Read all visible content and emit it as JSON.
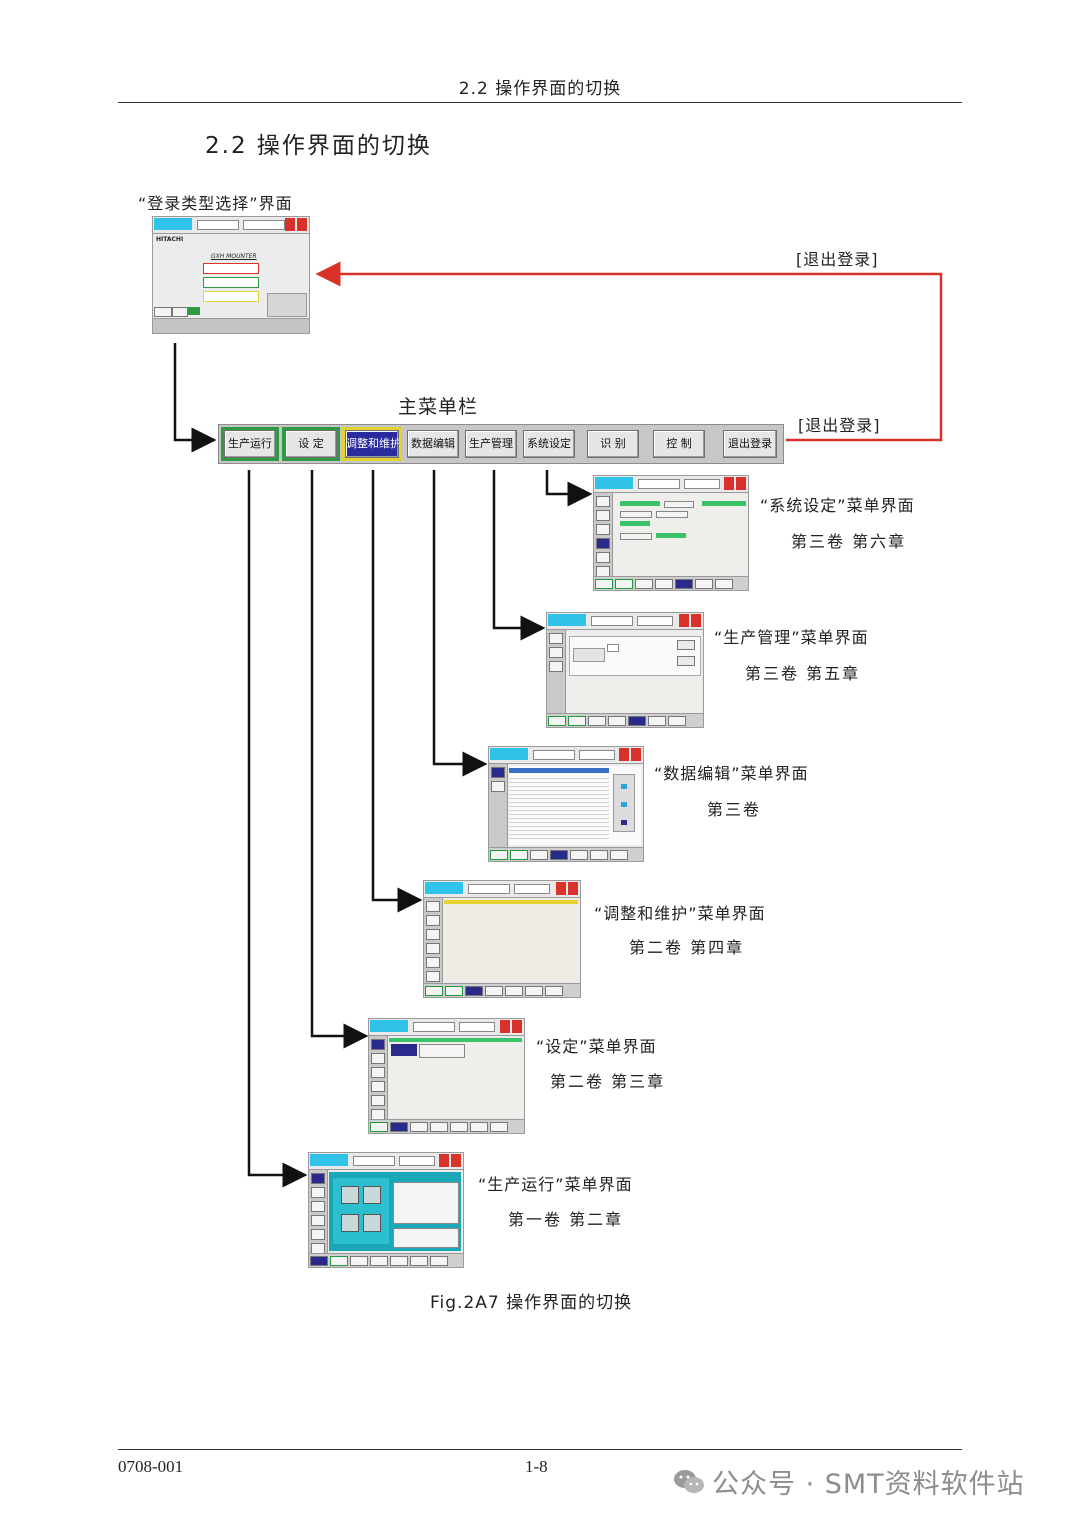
{
  "header": {
    "running_title": "2.2 操作界面的切换"
  },
  "section": {
    "title": "2.2  操作界面的切换"
  },
  "login_screen": {
    "caption": "“登录类型选择”界面",
    "logout_label_top": "[退出登录]",
    "brand": "HITACHI",
    "product": "GXH MOUNTER"
  },
  "main_menu": {
    "title": "主菜单栏",
    "logout_label": "[退出登录]",
    "buttons": [
      "生产运行",
      "设 定",
      "调整和维护",
      "数据编辑",
      "生产管理",
      "系统设定",
      "识 别",
      "控 制",
      "退出登录"
    ]
  },
  "screens": [
    {
      "caption": "“系统设定”菜单界面",
      "volume": "第三卷  第六章"
    },
    {
      "caption": "“生产管理”菜单界面",
      "volume": "第三卷  第五章"
    },
    {
      "caption": "“数据编辑”菜单界面",
      "volume": "第三卷"
    },
    {
      "caption": "“调整和维护”菜单界面",
      "volume": "第二卷  第四章"
    },
    {
      "caption": "“设定”菜单界面",
      "volume": "第二卷  第三章"
    },
    {
      "caption": "“生产运行”菜单界面",
      "volume": "第一卷  第二章"
    }
  ],
  "figure": {
    "caption": "Fig.2A7 操作界面的切换"
  },
  "footer": {
    "doc_no": "0708-001",
    "page": "1-8"
  },
  "watermark": {
    "text": "公众号 · SMT资料软件站",
    "icon": "wechat-icon"
  },
  "colors": {
    "accent_red": "#d9322b",
    "accent_green": "#2e9a44",
    "accent_blue": "#2b2ba0",
    "accent_yellow": "#e3d232",
    "screen_cyan": "#2fc3e8"
  }
}
